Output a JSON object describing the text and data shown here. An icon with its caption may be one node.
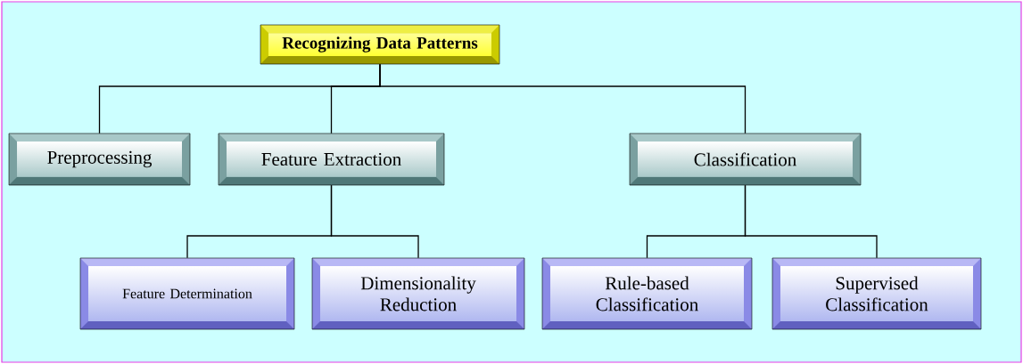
{
  "diagram": {
    "nodes": [
      {
        "text": [
          "Recognizing Data Patterns"
        ]
      },
      {
        "text": [
          "Preprocessing"
        ]
      },
      {
        "text": [
          "Feature Extraction"
        ]
      },
      {
        "text": [
          "Classification"
        ]
      },
      {
        "text": [
          "Feature Determination"
        ]
      },
      {
        "text": [
          "Dimensionality Reduction"
        ]
      },
      {
        "text": [
          "Rule-based Classification"
        ]
      },
      {
        "text": [
          "Supervised Classification"
        ]
      }
    ],
    "edges": [
      {
        "from": 0,
        "to": 1,
        "arrow": "none"
      },
      {
        "from": 0,
        "to": 2,
        "arrow": "none"
      },
      {
        "from": 0,
        "to": 3,
        "arrow": "none"
      },
      {
        "from": 2,
        "to": 4,
        "arrow": "none"
      },
      {
        "from": 2,
        "to": 5,
        "arrow": "none"
      },
      {
        "from": 3,
        "to": 6,
        "arrow": "none"
      },
      {
        "from": 3,
        "to": 7,
        "arrow": "none"
      }
    ]
  }
}
